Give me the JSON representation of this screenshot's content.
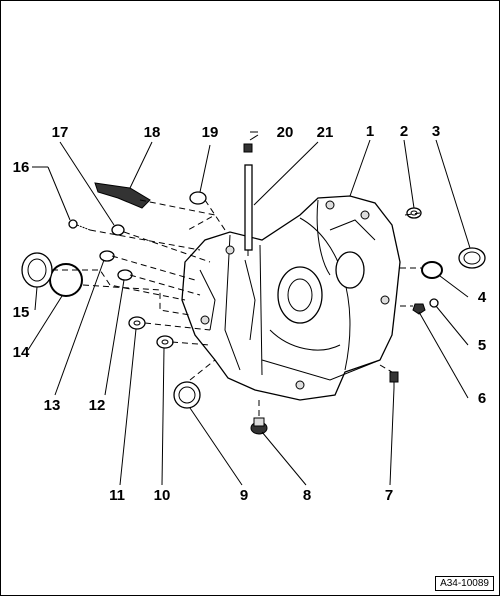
{
  "labels": [
    "1",
    "2",
    "3",
    "4",
    "5",
    "6",
    "7",
    "8",
    "9",
    "10",
    "11",
    "12",
    "13",
    "14",
    "15",
    "16",
    "17",
    "18",
    "19",
    "20",
    "21"
  ],
  "figure_ref": "A34-10089",
  "colors": {
    "ink": "#000000",
    "paper": "#ffffff"
  }
}
